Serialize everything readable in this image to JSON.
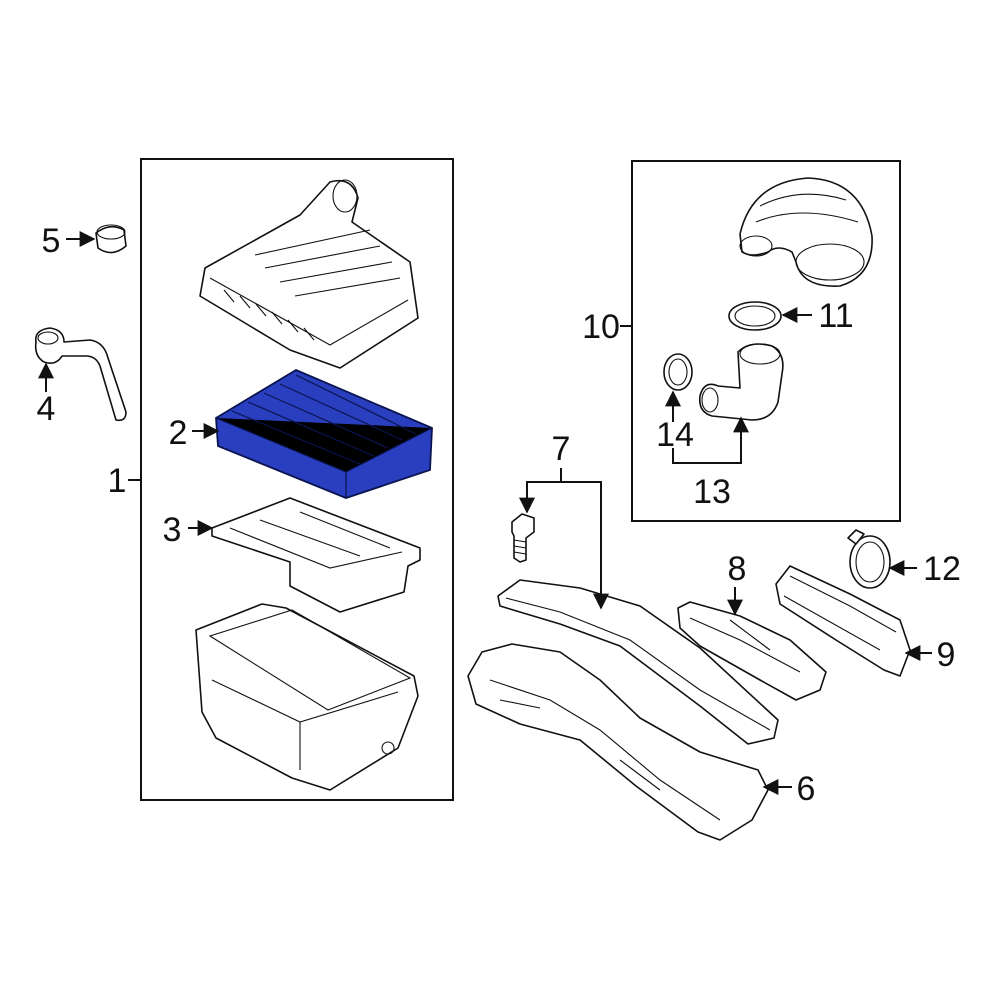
{
  "callouts": {
    "c1": "1",
    "c2": "2",
    "c3": "3",
    "c4": "4",
    "c5": "5",
    "c6": "6",
    "c7": "7",
    "c8": "8",
    "c9": "9",
    "c10": "10",
    "c11": "11",
    "c12": "12",
    "c13": "13",
    "c14": "14"
  },
  "colors": {
    "highlight": "#2a3fbf",
    "line": "#111111"
  }
}
